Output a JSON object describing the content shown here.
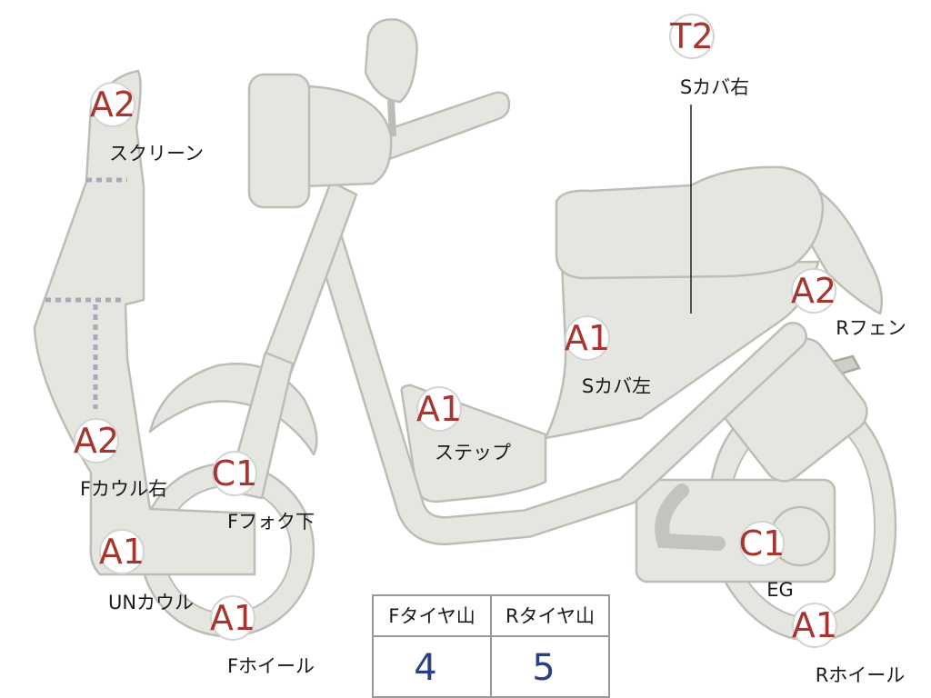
{
  "markers": [
    {
      "id": "screen",
      "code": "A2",
      "label": "スクリーン"
    },
    {
      "id": "f-cowl-right",
      "code": "A2",
      "label": "Fカウル右"
    },
    {
      "id": "un-cowl",
      "code": "A1",
      "label": "UNカウル"
    },
    {
      "id": "f-fork-lower",
      "code": "C1",
      "label": "Fフォク下"
    },
    {
      "id": "f-wheel",
      "code": "A1",
      "label": "Fホイール"
    },
    {
      "id": "step",
      "code": "A1",
      "label": "ステップ"
    },
    {
      "id": "s-cover-left",
      "code": "A1",
      "label": "Sカバ左"
    },
    {
      "id": "s-cover-right",
      "code": "T2",
      "label": "Sカバ右"
    },
    {
      "id": "r-fender",
      "code": "A2",
      "label": "Rフェン"
    },
    {
      "id": "engine",
      "code": "C1",
      "label": "EG"
    },
    {
      "id": "r-wheel",
      "code": "A1",
      "label": "Rホイール"
    }
  ],
  "tire_table": {
    "front_header": "Fタイヤ山",
    "rear_header": "Rタイヤ山",
    "front_value": "4",
    "rear_value": "5"
  }
}
